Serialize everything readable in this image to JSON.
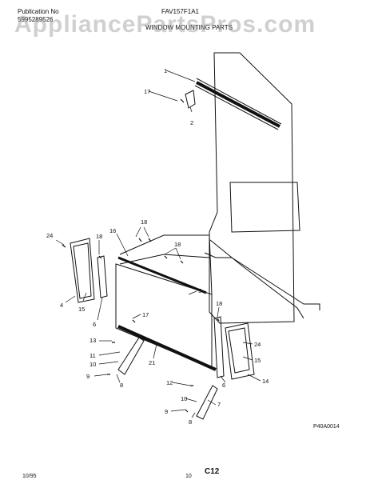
{
  "header": {
    "publication_label": "Publication No",
    "publication_number": "5995289526",
    "model": "FAV157F1A1",
    "section_title": "WINDOW MOUNTING PARTS"
  },
  "watermark": "AppliancePartsPros.com",
  "callouts": [
    "1",
    "17",
    "2",
    "18",
    "16",
    "18",
    "24",
    "18",
    "4",
    "15",
    "6",
    "5",
    "17",
    "13",
    "11",
    "10",
    "9",
    "8",
    "21",
    "18",
    "24",
    "15",
    "14",
    "6",
    "12",
    "10",
    "7",
    "9",
    "8"
  ],
  "footer": {
    "diagram_code": "P40A0014",
    "page_code": "C12",
    "page_number": "10",
    "date": "10/95"
  }
}
